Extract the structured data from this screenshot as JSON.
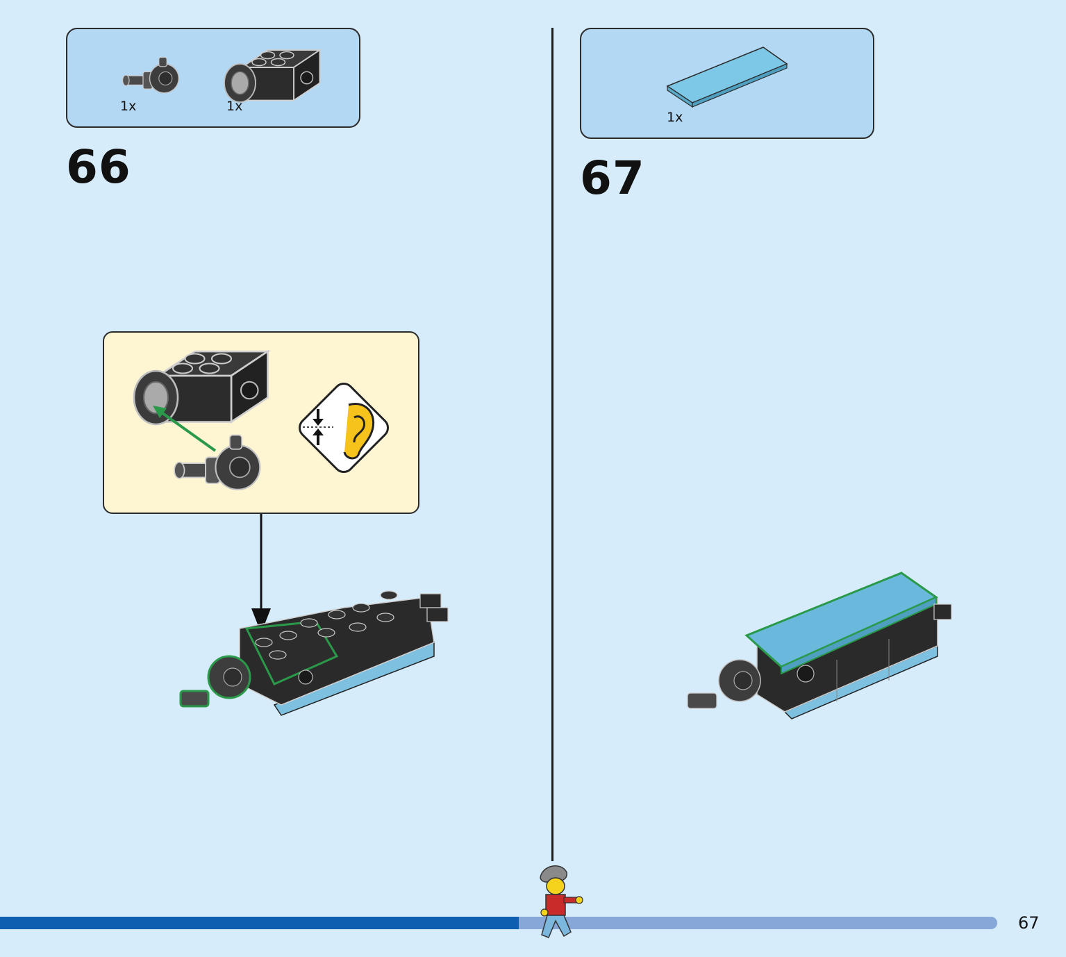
{
  "steps": [
    {
      "number": "66",
      "parts": [
        {
          "qty": "1x",
          "icon": "ball-joint-axle-icon"
        },
        {
          "qty": "1x",
          "icon": "brick-with-socket-icon"
        }
      ]
    },
    {
      "number": "67",
      "parts": [
        {
          "qty": "1x",
          "icon": "blue-tile-icon"
        }
      ]
    }
  ],
  "callout": {
    "icons": [
      "brick-with-socket-icon",
      "ball-joint-axle-icon",
      "listen-for-click-icon"
    ]
  },
  "footer": {
    "page_number": "67",
    "progress_percent": 52,
    "icon": "minifigure-icon"
  },
  "colors": {
    "background": "#d6ecfa",
    "parts_box": "#b3d8f4",
    "callout": "#fef5d3",
    "progress_done": "#0f5fb0",
    "progress_remaining": "#87a7d8",
    "highlight": "#2a9a4a",
    "tile": "#6ab8dc",
    "brick": "#2a2a2a"
  }
}
